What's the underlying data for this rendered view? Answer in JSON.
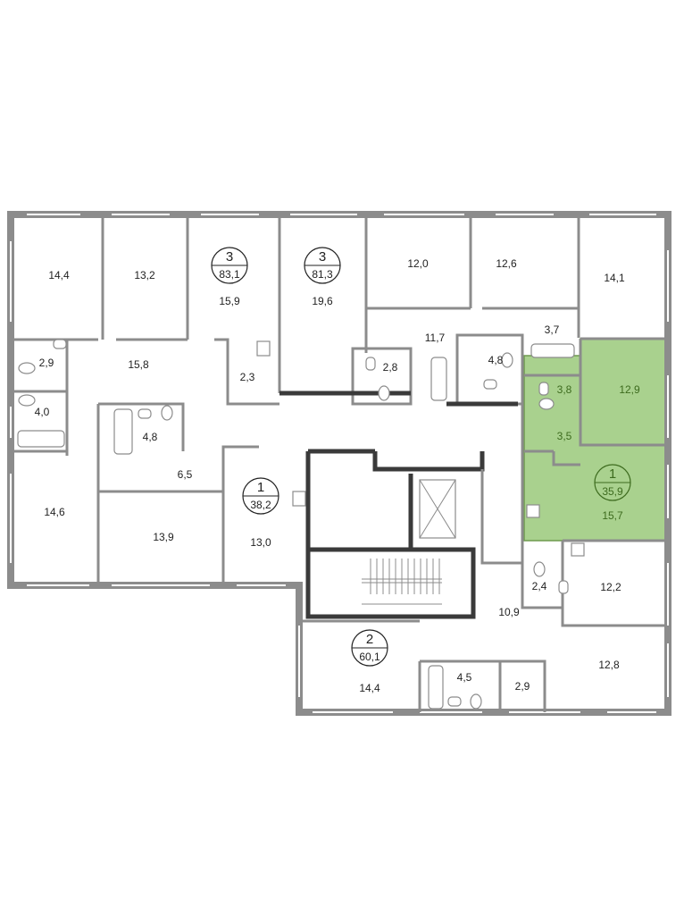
{
  "plan": {
    "highlight_color": "#a9d18e",
    "apartments": [
      {
        "id": "apt-3-a",
        "rooms": "3",
        "area": "83,1"
      },
      {
        "id": "apt-3-b",
        "rooms": "3",
        "area": "81,3"
      },
      {
        "id": "apt-1-a",
        "rooms": "1",
        "area": "38,2"
      },
      {
        "id": "apt-1-b",
        "rooms": "1",
        "area": "35,9",
        "highlighted": true
      },
      {
        "id": "apt-2",
        "rooms": "2",
        "area": "60,1"
      }
    ],
    "room_areas": {
      "r1": "14,4",
      "r2": "13,2",
      "r3": "15,9",
      "r4": "19,6",
      "r5": "12,0",
      "r6": "12,6",
      "r7": "14,1",
      "r8": "3,7",
      "r9": "11,7",
      "r10": "2,8",
      "r11": "4,8",
      "r12": "2,9",
      "r13": "15,8",
      "r14": "2,3",
      "r15": "4,0",
      "r16": "4,8",
      "r17": "6,5",
      "r18": "13,0",
      "r19": "14,6",
      "r20": "13,9",
      "r21": "2,4",
      "r22": "12,2",
      "r23": "10,9",
      "r24": "14,4",
      "r25": "4,5",
      "r26": "2,9",
      "r27": "12,8",
      "g1": "3,8",
      "g2": "12,9",
      "g3": "3,5",
      "g4": "15,7"
    }
  }
}
